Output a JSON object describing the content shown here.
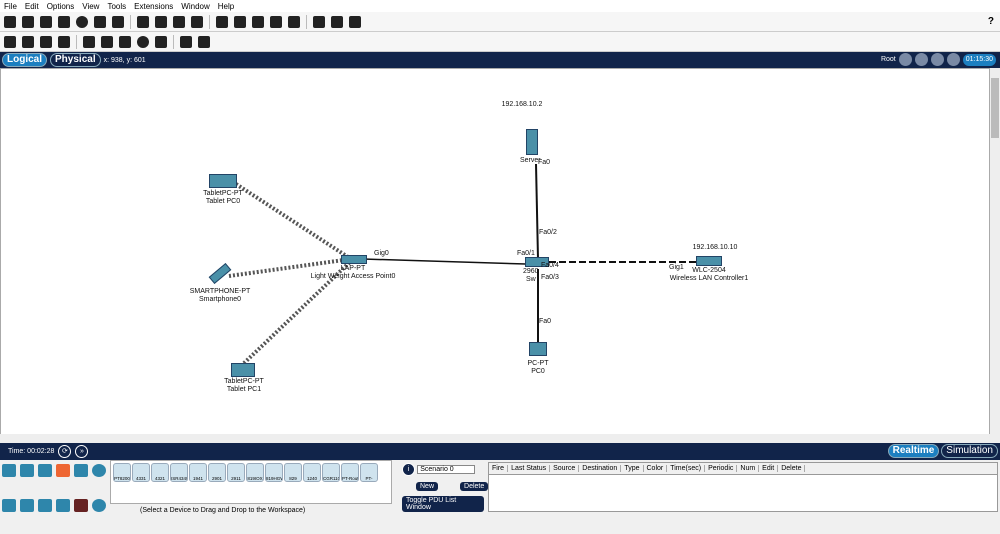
{
  "menu": [
    "File",
    "Edit",
    "Options",
    "View",
    "Tools",
    "Extensions",
    "Window",
    "Help"
  ],
  "help": "?",
  "nav": {
    "logical": "Logical",
    "physical": "Physical",
    "coords": "x: 938, y: 601",
    "root": "Root",
    "clock": "01:15:30"
  },
  "devices": {
    "server_ip": "192.168.10.2",
    "server_name": "Server",
    "server_port": "Fa0",
    "tablet0_type": "TabletPC-PT",
    "tablet0_name": "Tablet PC0",
    "tablet1_type": "TabletPC-PT",
    "tablet1_name": "Tablet PC1",
    "phone_type": "SMARTPHONE-PT",
    "phone_name": "Smartphone0",
    "ap_type": "LAP-PT",
    "ap_name": "Light Weight Access Point0",
    "ap_port": "Gig0",
    "switch_type": "2960",
    "switch_name": "Sw",
    "sw_fa01": "Fa0/1",
    "sw_fa02": "Fa0/2",
    "sw_fa03": "Fa0/3",
    "sw_fa04": "Fa0/4",
    "wlc_ip": "192.168.10.10",
    "wlc_type": "WLC-2504",
    "wlc_name": "Wireless LAN Controller1",
    "wlc_port": "Gig1",
    "pc_type": "PC-PT",
    "pc_name": "PC0",
    "pc_port": "Fa0"
  },
  "time": {
    "label": "Time: 00:02:28",
    "realtime": "Realtime",
    "simulation": "Simulation"
  },
  "device_list": [
    "PT8200",
    "4331",
    "4321",
    "ISR4340",
    "1941",
    "2901",
    "2911",
    "819IOX",
    "819HGW",
    "829",
    "1240",
    "CGR1101",
    "PT-Router",
    "PT-"
  ],
  "hint": "(Select a Device to Drag and Drop to the Workspace)",
  "scenario": {
    "selected": "Scenario 0",
    "new": "New",
    "delete": "Delete",
    "toggle": "Toggle PDU List Window"
  },
  "pdu_columns": [
    "Fire",
    "Last Status",
    "Source",
    "Destination",
    "Type",
    "Color",
    "Time(sec)",
    "Periodic",
    "Num",
    "Edit",
    "Delete"
  ]
}
